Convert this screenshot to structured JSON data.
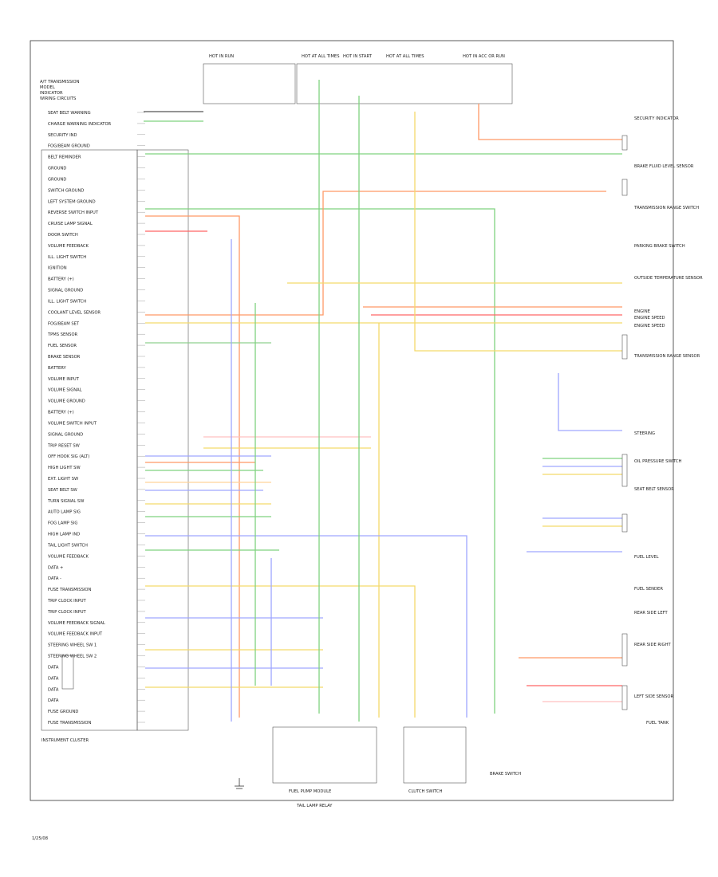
{
  "title_block": [
    "A/T TRANSMISSION",
    "MODEL",
    "INDICATOR",
    "WIRING CIRCUITS"
  ],
  "top_switches": [
    "HOT IN RUN",
    "HOT AT ALL TIMES",
    "HOT IN START",
    "HOT AT ALL TIMES",
    "HOT IN ACC OR RUN"
  ],
  "cluster_label": "INSTRUMENT CLUSTER",
  "left_labels": [
    "SEAT BELT WARNING",
    "CHARGE WARNING INDICATOR",
    "SECURITY IND",
    "FOG/BEAM GROUND",
    "BELT REMINDER",
    "GROUND",
    "GROUND",
    "SWITCH GROUND",
    "LEFT SYSTEM GROUND",
    "REVERSE SWITCH INPUT",
    "CRUISE LAMP SIGNAL",
    "DOOR SWITCH",
    "VOLUME FEEDBACK",
    "ILL. LIGHT SWITCH",
    "IGNITION",
    "BATTERY (+)",
    "SIGNAL GROUND",
    "ILL. LIGHT SWITCH",
    "COOLANT LEVEL SENSOR",
    "FOG/BEAM SET",
    "TPMS SENSOR",
    "FUEL SENSOR",
    "BRAKE SENSOR",
    "BATTERY",
    "VOLUME INPUT",
    "VOLUME SIGNAL",
    "VOLUME GROUND",
    "BATTERY (+)",
    "VOLUME SWITCH INPUT",
    "SIGNAL GROUND",
    "TRIP RESET SW",
    "OFF HOOK SIG (ALT)",
    "HIGH LIGHT SW",
    "EXT. LIGHT SW",
    "SEAT BELT SW",
    "TURN SIGNAL SW",
    "AUTO LAMP SIG",
    "FOG LAMP SIG",
    "HIGH LAMP IND",
    "TAIL LIGHT SWITCH",
    "VOLUME FEEDBACK",
    "DATA +",
    "DATA -",
    "FUSE TRANSMISSION",
    "TRIP CLOCK INPUT",
    "TRIP CLOCK INPUT",
    "VOLUME FEEDBACK SIGNAL",
    "VOLUME FEEDBACK INPUT",
    "STEERING WHEEL SW 1",
    "STEERING WHEEL SW 2",
    "DATA",
    "DATA",
    "DATA",
    "DATA",
    "FUSE GROUND",
    "FUSE TRANSMISSION"
  ],
  "right_labels": [
    "SECURITY INDICATOR",
    "BRAKE FLUID LEVEL SENSOR",
    "TRANSMISSION RANGE SWITCH",
    "PARKING BRAKE SWITCH",
    "OUTSIDE TEMPERATURE SENSOR",
    "ENGINE",
    "ENGINE SPEED",
    "ENGINE SPEED",
    "TRANSMISSION RANGE SENSOR",
    "STEERING",
    "OIL PRESSURE SWITCH",
    "SEAT BELT SENSOR",
    "FUEL LEVEL",
    "FUEL SENDER",
    "REAR SIDE LEFT",
    "REAR SIDE RIGHT",
    "LEFT SIDE SENSOR"
  ],
  "bottom_labels": [
    "FUEL PUMP MODULE",
    "CLUTCH SWITCH",
    "BRAKE SWITCH",
    "TAIL LAMP RELAY",
    "FUEL TANK"
  ],
  "corner_code": "1/25/08"
}
